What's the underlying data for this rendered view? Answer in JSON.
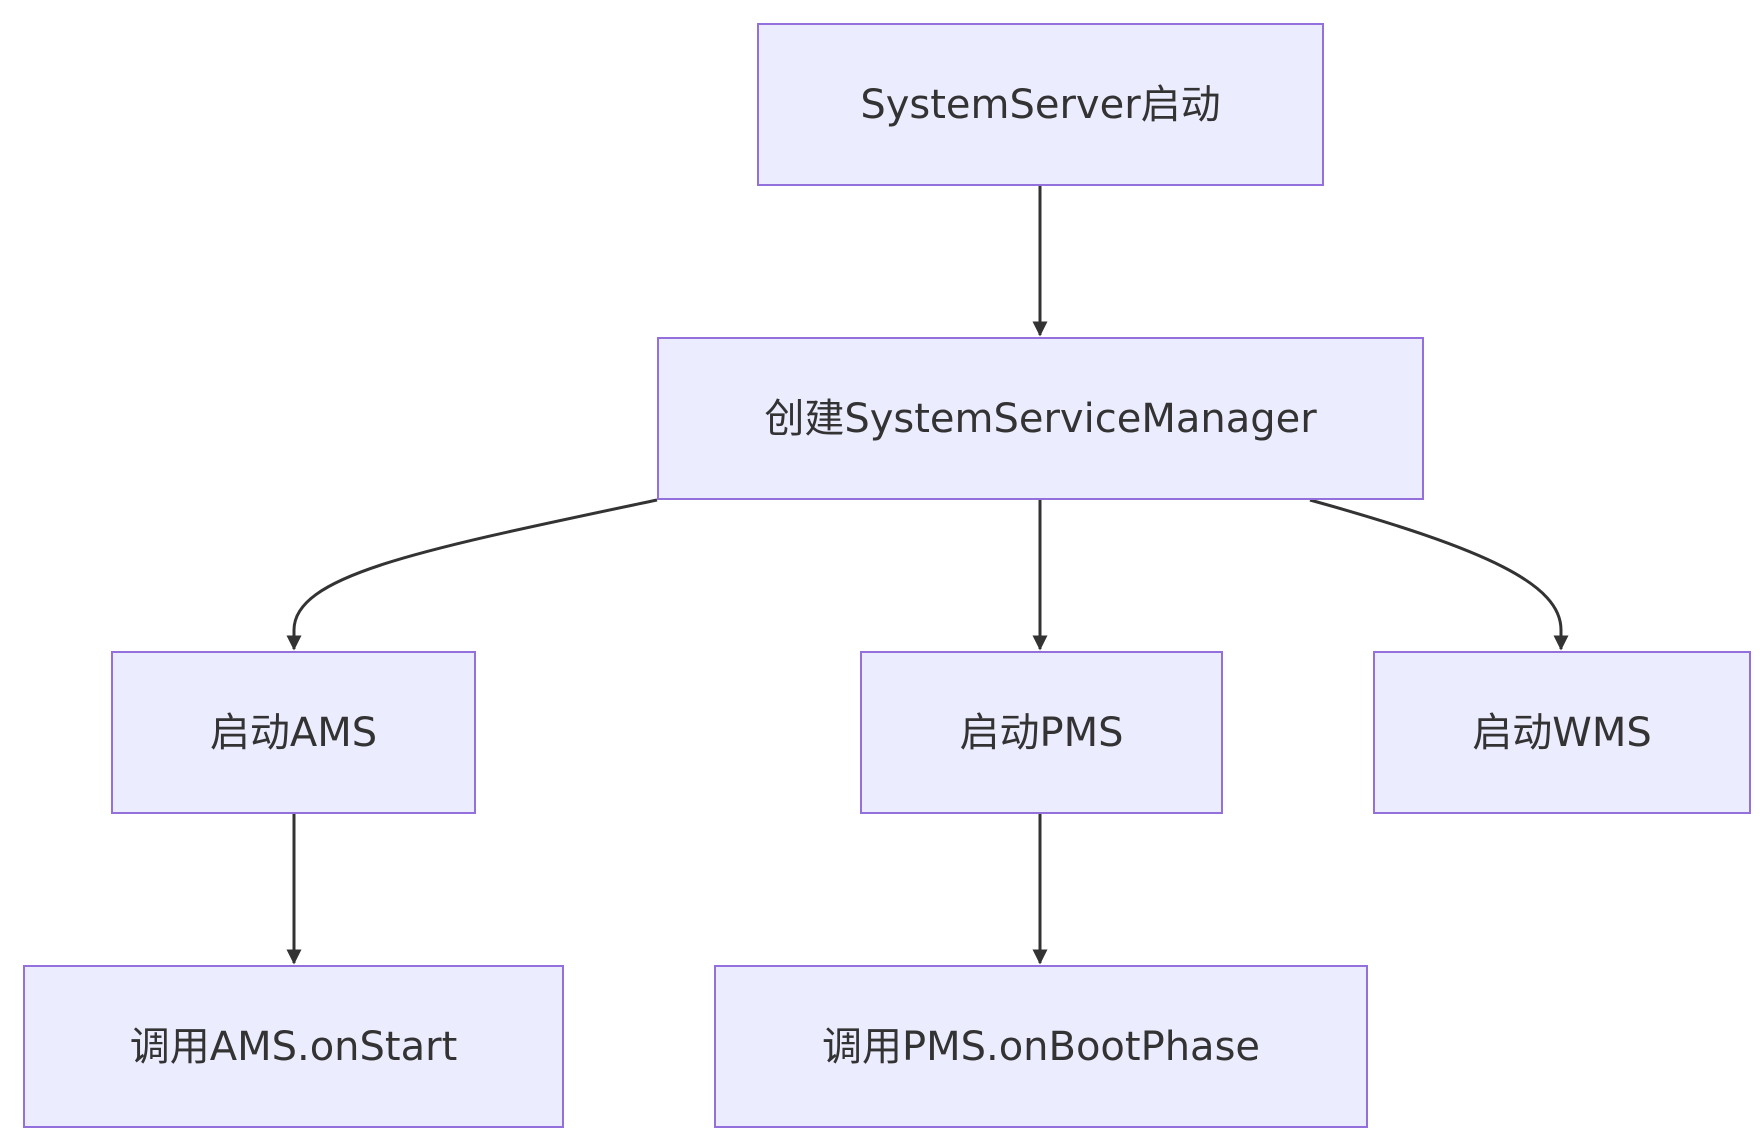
{
  "diagram": {
    "type": "flowchart",
    "direction": "top-down",
    "colors": {
      "node_fill": "#ececff",
      "node_border": "#9370db",
      "edge": "#333333",
      "text": "#333333"
    },
    "nodes": [
      {
        "id": "n1",
        "label": "SystemServer启动"
      },
      {
        "id": "n2",
        "label": "创建SystemServiceManager"
      },
      {
        "id": "n3",
        "label": "启动AMS"
      },
      {
        "id": "n4",
        "label": "启动PMS"
      },
      {
        "id": "n5",
        "label": "启动WMS"
      },
      {
        "id": "n6",
        "label": "调用AMS.onStart"
      },
      {
        "id": "n7",
        "label": "调用PMS.onBootPhase"
      }
    ],
    "edges": [
      {
        "from": "n1",
        "to": "n2"
      },
      {
        "from": "n2",
        "to": "n3"
      },
      {
        "from": "n2",
        "to": "n4"
      },
      {
        "from": "n2",
        "to": "n5"
      },
      {
        "from": "n3",
        "to": "n6"
      },
      {
        "from": "n4",
        "to": "n7"
      }
    ]
  }
}
